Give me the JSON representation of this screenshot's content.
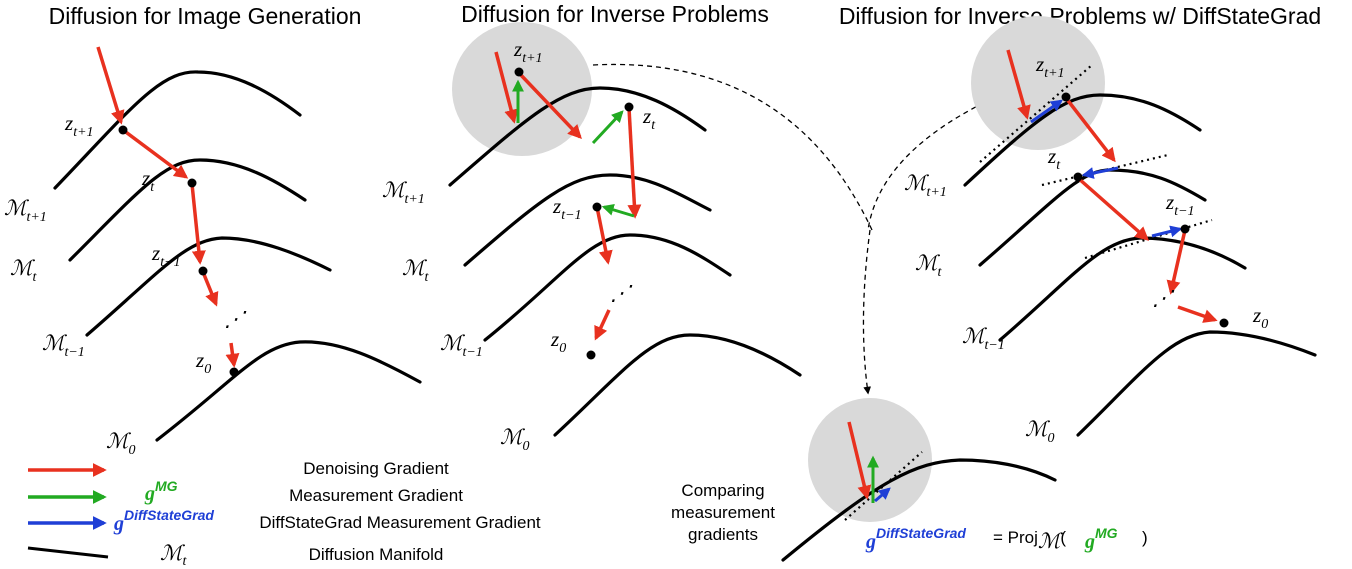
{
  "titles": {
    "left": "Diffusion for Image Generation",
    "middle": "Diffusion for Inverse Problems",
    "right": "Diffusion for Inverse Problems w/ DiffStateGrad"
  },
  "labels": {
    "z": "z",
    "sub_t1": "t+1",
    "sub_t": "t",
    "sub_tm1": "t−1",
    "sub_0": "0",
    "manifold": "ℳ",
    "dots": "⋰"
  },
  "legend": {
    "denoising": "Denoising Gradient",
    "measurement": "Measurement Gradient",
    "diffstategrad": "DiffStateGrad Measurement Gradient",
    "manifold": "Diffusion Manifold",
    "g": "g",
    "mg_sup": "MG",
    "dsg_sup": "DiffStateGrad",
    "manifold_sym": "ℳ",
    "manifold_sub": "t"
  },
  "compare": {
    "line1": "Comparing",
    "line2": "measurement",
    "line3": "gradients",
    "g": "g",
    "dsg_sup": "DiffStateGrad",
    "eq": "= Proj",
    "proj_sub": "ℳ",
    "paren_open": "(",
    "mg_sup": "MG",
    "paren_close": ")"
  },
  "colors": {
    "denoising": "#e8311f",
    "measurement": "#22aa22",
    "diffstategrad": "#1f3fd6",
    "manifold": "#000000",
    "highlight": "#d9d9d9"
  }
}
